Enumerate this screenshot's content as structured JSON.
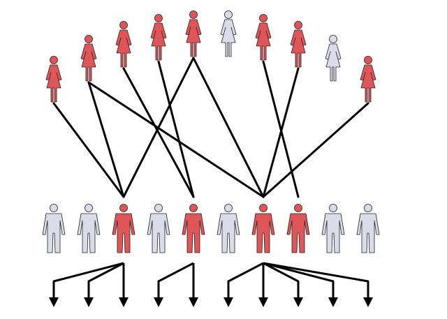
{
  "colors": {
    "highlight": "#e05558",
    "neutral": "#dcdbea",
    "outline": "#222222",
    "line": "#000000"
  },
  "top_row": [
    {
      "gender": "female",
      "highlighted": true
    },
    {
      "gender": "female",
      "highlighted": true
    },
    {
      "gender": "female",
      "highlighted": true
    },
    {
      "gender": "female",
      "highlighted": true
    },
    {
      "gender": "female",
      "highlighted": true
    },
    {
      "gender": "female",
      "highlighted": false
    },
    {
      "gender": "female",
      "highlighted": true
    },
    {
      "gender": "female",
      "highlighted": true
    },
    {
      "gender": "female",
      "highlighted": false
    },
    {
      "gender": "female",
      "highlighted": true
    }
  ],
  "bottom_row": [
    {
      "gender": "male",
      "highlighted": false
    },
    {
      "gender": "male",
      "highlighted": false
    },
    {
      "gender": "male",
      "highlighted": true
    },
    {
      "gender": "male",
      "highlighted": false
    },
    {
      "gender": "male",
      "highlighted": true
    },
    {
      "gender": "male",
      "highlighted": false
    },
    {
      "gender": "male",
      "highlighted": true
    },
    {
      "gender": "male",
      "highlighted": true
    },
    {
      "gender": "male",
      "highlighted": false
    },
    {
      "gender": "male",
      "highlighted": false
    }
  ],
  "connections": [
    {
      "from": 0,
      "to": 2
    },
    {
      "from": 1,
      "to": 2
    },
    {
      "from": 1,
      "to": 6
    },
    {
      "from": 2,
      "to": 4
    },
    {
      "from": 3,
      "to": 4
    },
    {
      "from": 4,
      "to": 2
    },
    {
      "from": 4,
      "to": 6
    },
    {
      "from": 6,
      "to": 7
    },
    {
      "from": 7,
      "to": 6
    },
    {
      "from": 9,
      "to": 6
    }
  ],
  "offspring": [
    {
      "from": 2,
      "count": 3
    },
    {
      "from": 4,
      "count": 2
    },
    {
      "from": 6,
      "count": 5
    }
  ]
}
